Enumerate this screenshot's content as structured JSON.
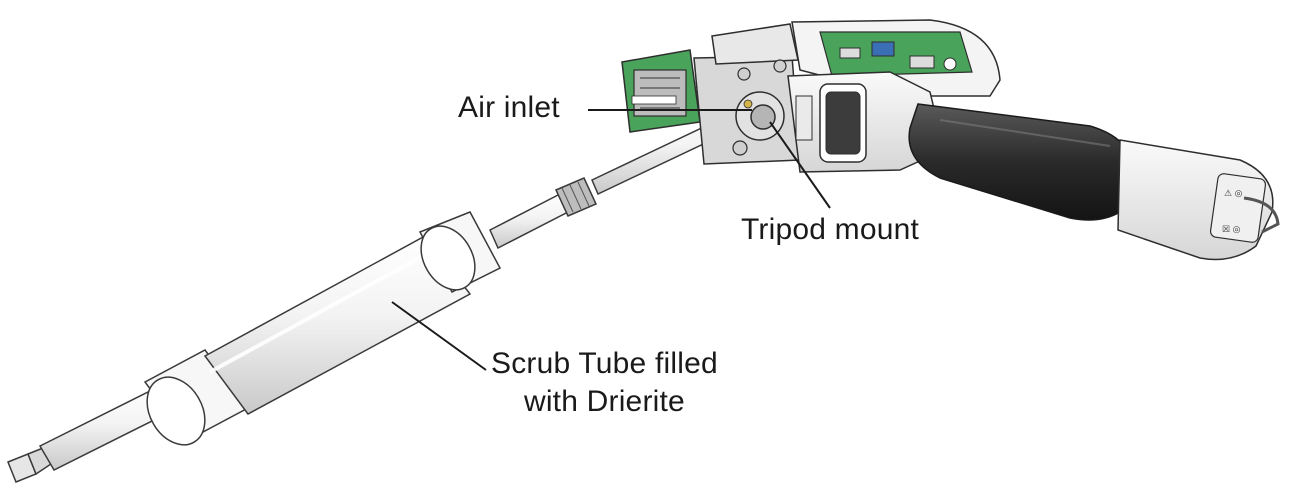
{
  "callouts": {
    "air_inlet": "Air inlet",
    "tripod_mount": "Tripod mount",
    "scrub_tube_line1": "Scrub Tube filled",
    "scrub_tube_line2": "with Drierite"
  },
  "device": {
    "module_label": "",
    "colors": {
      "body": "#f2f2f2",
      "grip": "#2a2a2a",
      "board": "#4aa35a",
      "outline": "#3a3a3a"
    }
  }
}
